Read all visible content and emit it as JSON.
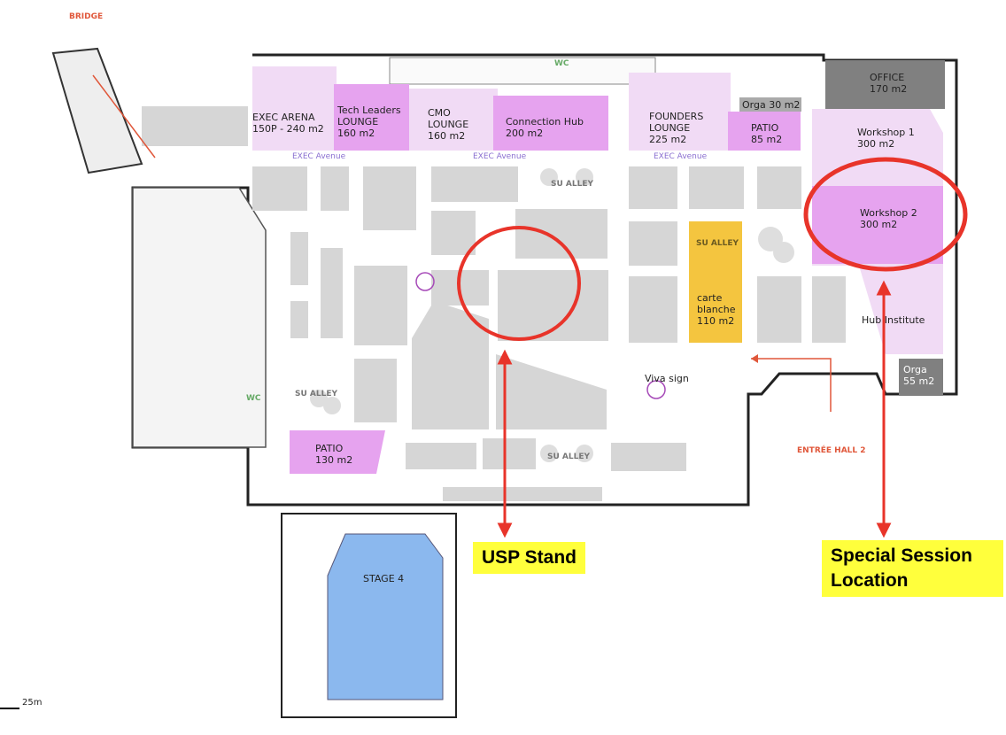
{
  "labels": {
    "bridge": "BRIDGE",
    "entree": "ENTRÉE HALL 2",
    "scale": "25m",
    "viva": "Viva sign",
    "wc": "WC",
    "exec_avenue": "EXEC Avenue",
    "su_alley": "SU ALLEY"
  },
  "rooms": {
    "exec_arena": "EXEC ARENA\n150P - 240 m2",
    "tech_leaders": "Tech Leaders\nLOUNGE\n160 m2",
    "cmo": "CMO\nLOUNGE\n160 m2",
    "connection_hub": "Connection Hub\n200 m2",
    "founders": "FOUNDERS\nLOUNGE\n225 m2",
    "orga30": "Orga 30 m2",
    "patio85": "PATIO\n85 m2",
    "office": "OFFICE\n170 m2",
    "workshop1": "Workshop 1\n300 m2",
    "workshop2": "Workshop 2\n300 m2",
    "hub_institute": "Hub Institute",
    "orga55": "Orga\n55 m2",
    "carte_blanche": "carte\nblanche\n110 m2",
    "patio130": "PATIO\n130 m2",
    "stage4": "STAGE 4"
  },
  "callouts": {
    "usp": "USP Stand",
    "special": "Special Session\nLocation"
  },
  "colors": {
    "pink": "#f1dbf5",
    "magenta": "#e6a3ef",
    "stand": "#d6d6d6",
    "annotation": "#e8342a",
    "callout": "#ffff3c",
    "stage": "#8bb8ee",
    "office": "#808080",
    "carte": "#f4c53f"
  }
}
